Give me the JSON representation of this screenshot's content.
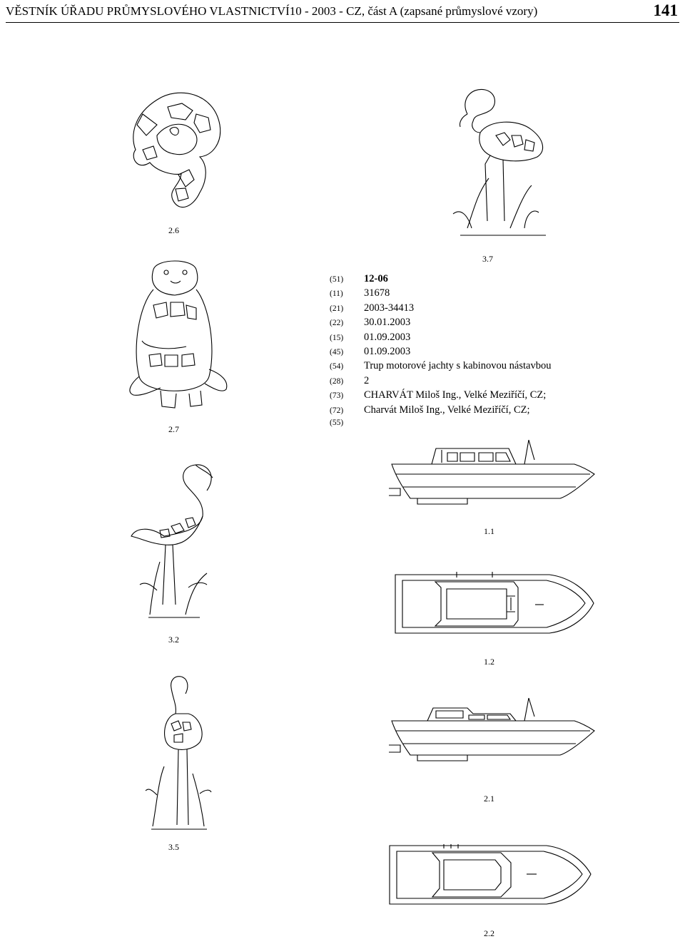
{
  "header": {
    "title": "VĚSTNÍK ÚŘADU PRŮMYSLOVÉHO VLASTNICTVÍ10 - 2003 - CZ, část A (zapsané průmyslové vzory)",
    "page_number": "141"
  },
  "figures": {
    "f26": "2.6",
    "f37": "3.7",
    "f27": "2.7",
    "f32": "3.2",
    "f35": "3.5",
    "b11": "1.1",
    "b12": "1.2",
    "b21": "2.1",
    "b22": "2.2"
  },
  "record": [
    {
      "code": "(51)",
      "value": "12-06"
    },
    {
      "code": "(11)",
      "value": "31678"
    },
    {
      "code": "(21)",
      "value": "2003-34413"
    },
    {
      "code": "(22)",
      "value": "30.01.2003"
    },
    {
      "code": "(15)",
      "value": "01.09.2003"
    },
    {
      "code": "(45)",
      "value": "01.09.2003"
    },
    {
      "code": "(54)",
      "value": "Trup motorové jachty s kabinovou nástavbou"
    },
    {
      "code": "(28)",
      "value": "2"
    },
    {
      "code": "(73)",
      "value": "CHARVÁT Miloš Ing., Velké Meziříčí, CZ;"
    },
    {
      "code": "(72)",
      "value": "Charvát Miloš Ing., Velké Meziříčí, CZ;"
    },
    {
      "code": "(55)",
      "value": ""
    }
  ]
}
